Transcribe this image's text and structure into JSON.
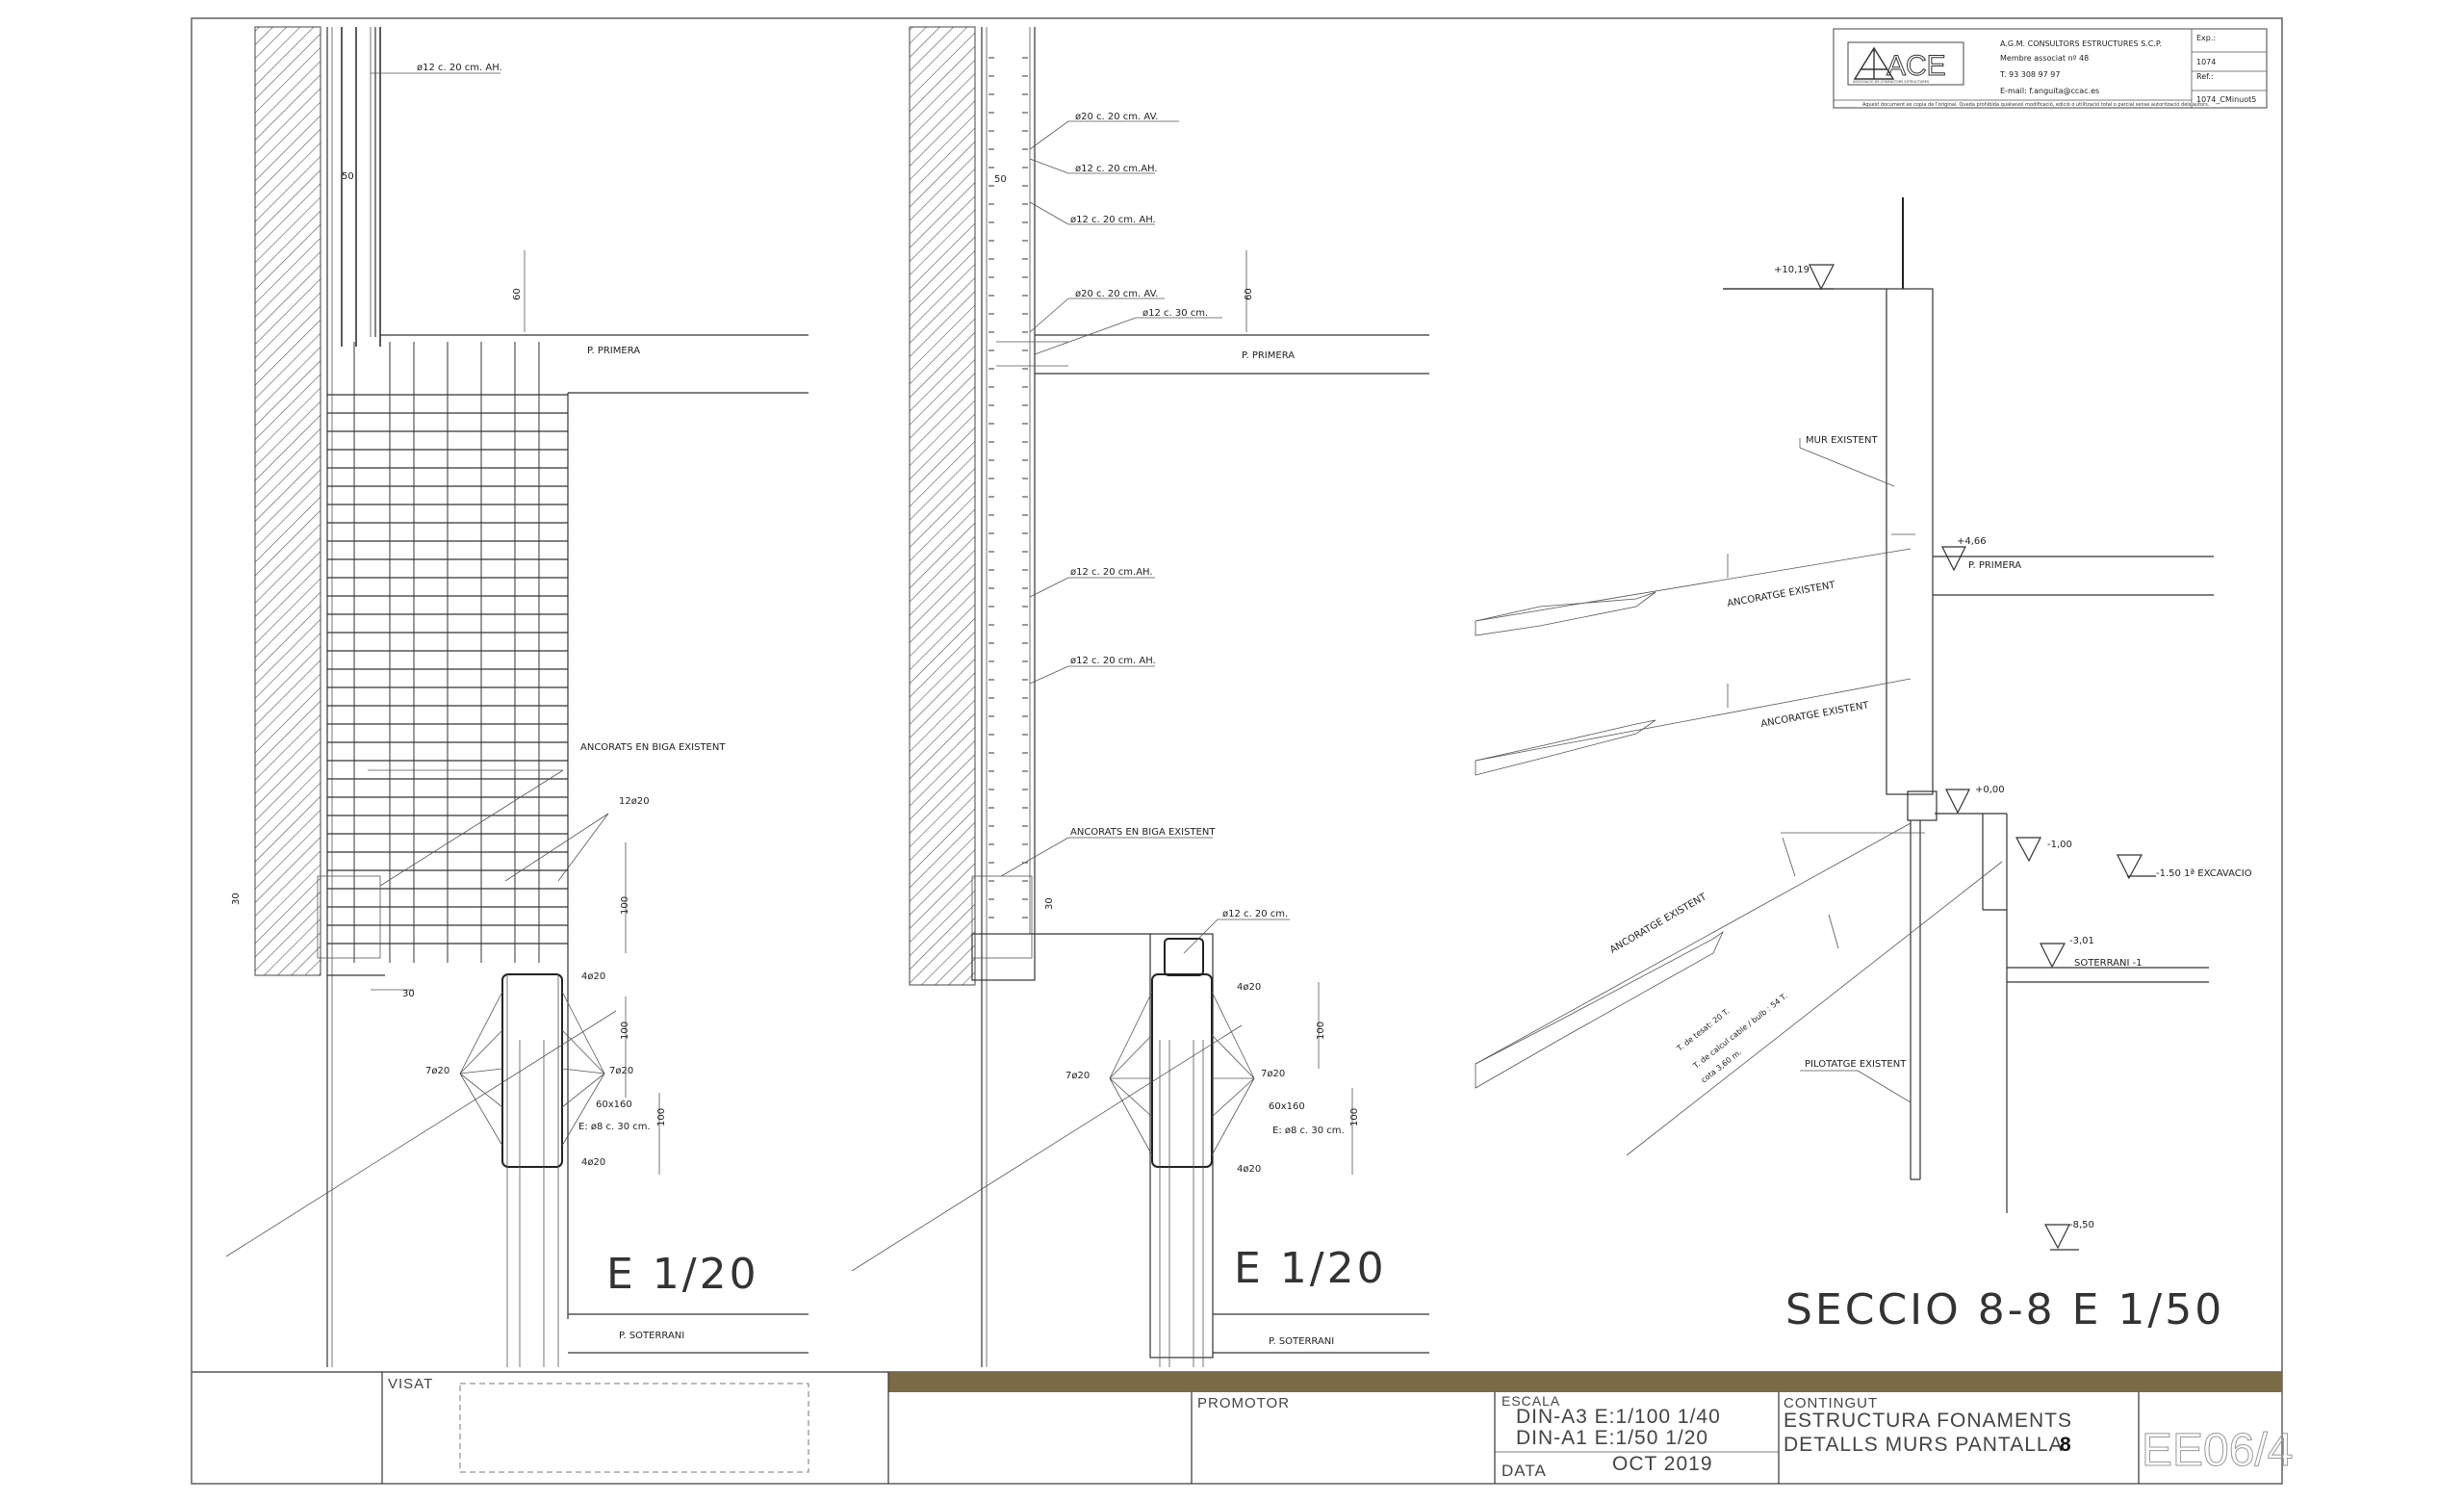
{
  "details": {
    "left": {
      "top_bar": "ø12 c. 20 cm. AH.",
      "dim_50": "50",
      "dim_60": "60",
      "floor_first": "P. PRIMERA",
      "anchored": "ANCORATS EN BIGA EXISTENT",
      "bars_12": "12ø20",
      "dim_30_v": "30",
      "dim_30_h": "30",
      "bars_4a": "4ø20",
      "bars_7l": "7ø20",
      "bars_7r": "7ø20",
      "section": "60x160",
      "stirrups": "E: ø8 c. 30 cm.",
      "bars_4b": "4ø20",
      "dim_100a": "100",
      "dim_100b": "100",
      "dim_100c": "100",
      "scale": "E 1/20",
      "floor_basement": "P. SOTERRANI"
    },
    "middle": {
      "bar1": "ø20 c. 20 cm. AV.",
      "bar2": "ø12 c. 20 cm.AH.",
      "bar3": "ø12 c. 20 cm. AH.",
      "dim_50": "50",
      "bar4": "ø20 c. 20 cm. AV.",
      "bar5": "ø12 c. 30 cm.",
      "dim_60": "60",
      "floor_first": "P. PRIMERA",
      "bar6": "ø12 c. 20 cm.AH.",
      "bar7": "ø12 c. 20 cm. AH.",
      "anchored": "ANCORATS EN BIGA EXISTENT",
      "dim_30": "30",
      "bar8": "ø12 c. 20 cm.",
      "bars_4a": "4ø20",
      "bars_7l": "7ø20",
      "bars_7r": "7ø20",
      "section": "60x160",
      "stirrups": "E: ø8 c. 30 cm.",
      "bars_4b": "4ø20",
      "dim_100a": "100",
      "dim_100b": "100",
      "scale": "E 1/20",
      "floor_basement": "P. SOTERRANI"
    },
    "right": {
      "lvl_top": "+10,19",
      "wall": "MUR EXISTENT",
      "lvl_first": "+4,66",
      "floor_first": "P. PRIMERA",
      "anchor1": "ANCORATGE EXISTENT",
      "anchor2": "ANCORATGE EXISTENT",
      "lvl_zero": "+0,00",
      "lvl_m100": "-1,00",
      "excavation": "-1.50  1ª EXCAVACIO",
      "lvl_m301": "-3,01",
      "basement": "SOTERRANI -1",
      "anchor3": "ANCORATGE EXISTENT",
      "tension": "T. de tesat: 20 T.",
      "calc": "T. de calcul cable / bulb : 54 T.",
      "length": "cota 3,60 m.",
      "piles": "PILOTATGE EXISTENT",
      "lvl_m850": "-8,50",
      "scale": "SECCIO 8-8 E 1/50"
    }
  },
  "company": {
    "logo": "ACE",
    "logo_sub": "ASSOCIACIÓ DE CONSULTORS ESTRUCTURES",
    "name": "A.G.M. CONSULTORS ESTRUCTURES S.C.P.",
    "member": "Membre associat nº 48",
    "phone": "T. 93 308 97 97",
    "email": "E-mail: f.anguita@ccac.es",
    "footer": "Aquest document es copia de l'original. Queda prohibida qualsevol modificació, edició o utilització total o parcial sense autorització dels autors.",
    "exp_label": "Exp.:",
    "exp_value": "1074",
    "ref_label": "Ref.:",
    "ref_value": "1074_CMinuot5"
  },
  "title_block": {
    "visat": "VISAT",
    "promotor": "PROMOTOR",
    "escala_label": "ESCALA",
    "din_a3": "DIN-A3  E:1/100 1/40",
    "din_a1": "DIN-A1  E:1/50 1/20",
    "data_label": "DATA",
    "data_value": "OCT 2019",
    "contingut_label": "CONTINGUT",
    "contingut_1": "ESTRUCTURA FONAMENTS",
    "contingut_2": "DETALLS MURS PANTALLA",
    "contingut_num": "8",
    "sheet_code": "EE06/4",
    "band_color": "#7a6a45"
  }
}
